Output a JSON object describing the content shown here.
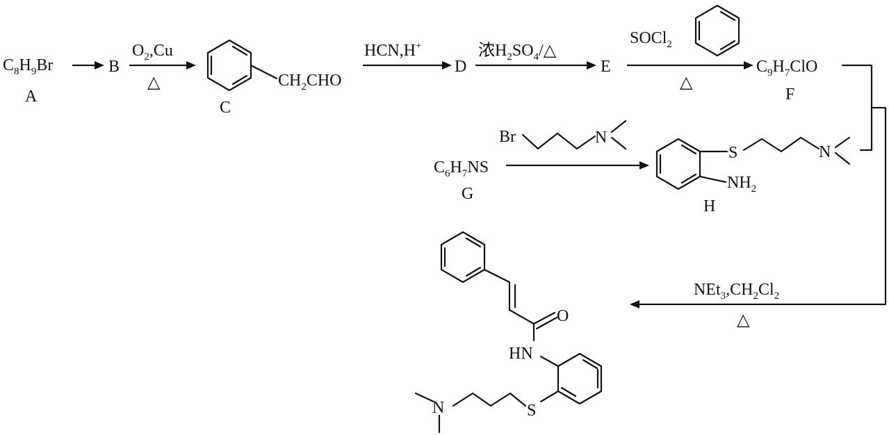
{
  "compounds": {
    "A": {
      "label": "A",
      "formula": [
        "C",
        "8",
        "H",
        "9",
        "Br"
      ]
    },
    "B": {
      "label": "B"
    },
    "C": {
      "label": "C",
      "substituent": [
        "CH",
        "2",
        "CHO"
      ]
    },
    "D": {
      "label": "D"
    },
    "E": {
      "label": "E"
    },
    "F": {
      "label": "F",
      "formula": [
        "C",
        "9",
        "H",
        "7",
        "ClO"
      ]
    },
    "G": {
      "label": "G",
      "formula": [
        "C",
        "6",
        "H",
        "7",
        "NS"
      ]
    },
    "H": {
      "label": "H",
      "s_atom": "S",
      "n_atom": "N",
      "amine": [
        "NH",
        "2"
      ]
    },
    "reagent_br": {
      "br": "Br",
      "n": "N"
    },
    "product": {
      "o": "O",
      "hn": "HN",
      "s": "S",
      "n": "N"
    }
  },
  "conditions": {
    "a_to_b": "",
    "b_to_c": {
      "top": [
        "O",
        "2",
        ",Cu"
      ],
      "bottom": "△"
    },
    "c_to_d": {
      "top": [
        "HCN,H",
        "+"
      ]
    },
    "d_to_e": {
      "top": [
        "浓H",
        "2",
        "SO",
        "4",
        "/△"
      ]
    },
    "e_to_f": {
      "top": [
        "SOCl",
        "2"
      ],
      "bottom": "△"
    },
    "final": {
      "top": [
        "NEt",
        "3",
        ",CH",
        "2",
        "Cl",
        "2"
      ],
      "bottom": "△"
    }
  }
}
